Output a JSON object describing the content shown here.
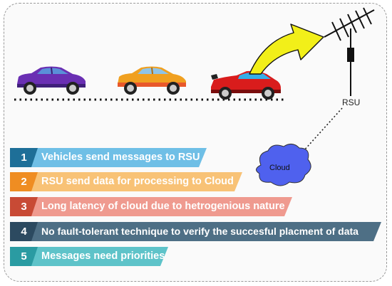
{
  "rsu_label": "RSU",
  "cloud_label": "Cloud",
  "steps": [
    {
      "number": "1",
      "text": "Vehicles send messages to RSU",
      "color": "#6fbfe6",
      "num_color": "#1e6f98"
    },
    {
      "number": "2",
      "text": "RSU send data for processing to Cloud",
      "color": "#f8c276",
      "num_color": "#ef8d22"
    },
    {
      "number": "3",
      "text": "Long latency of cloud due to hetrogenious nature",
      "color": "#ef9a8f",
      "num_color": "#c84a35"
    },
    {
      "number": "4",
      "text": "No fault-tolerant technique to verify the succesful placment of data",
      "color": "#4e6f85",
      "num_color": "#2c4a60"
    },
    {
      "number": "5",
      "text": "Messages need priorities",
      "color": "#5ec3c9",
      "num_color": "#2a9ba2"
    }
  ],
  "colors": {
    "arrow": "#f2ef19",
    "car1": "#6a2fb3",
    "car2": "#f0a020",
    "car3": "#d91c1c",
    "cloud": "#4f61ee"
  }
}
